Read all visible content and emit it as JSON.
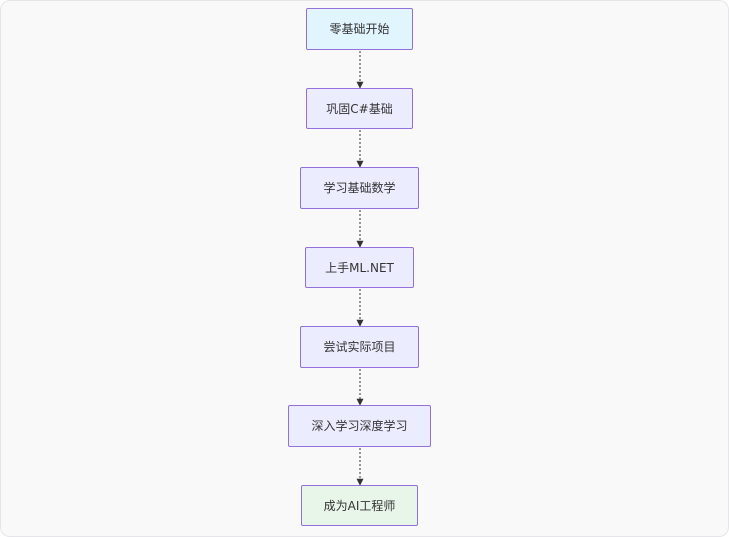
{
  "flowchart": {
    "nodes": [
      {
        "id": "start",
        "label": "零基础开始",
        "style": "start"
      },
      {
        "id": "csharp",
        "label": "巩固C#基础",
        "style": "default"
      },
      {
        "id": "math",
        "label": "学习基础数学",
        "style": "default"
      },
      {
        "id": "mlnet",
        "label": "上手ML.NET",
        "style": "default"
      },
      {
        "id": "projects",
        "label": "尝试实际项目",
        "style": "default"
      },
      {
        "id": "deeplearning",
        "label": "深入学习深度学习",
        "style": "default"
      },
      {
        "id": "aiengineer",
        "label": "成为AI工程师",
        "style": "end"
      }
    ],
    "edges": [
      {
        "from": "start",
        "to": "csharp"
      },
      {
        "from": "csharp",
        "to": "math"
      },
      {
        "from": "math",
        "to": "mlnet"
      },
      {
        "from": "mlnet",
        "to": "projects"
      },
      {
        "from": "projects",
        "to": "deeplearning"
      },
      {
        "from": "deeplearning",
        "to": "aiengineer"
      }
    ],
    "colors": {
      "start_fill": "#e1f5fe",
      "default_fill": "#ececff",
      "end_fill": "#e8f5e9",
      "node_border": "#9370db",
      "edge_color": "#333333",
      "background": "#f9f9fa"
    }
  }
}
